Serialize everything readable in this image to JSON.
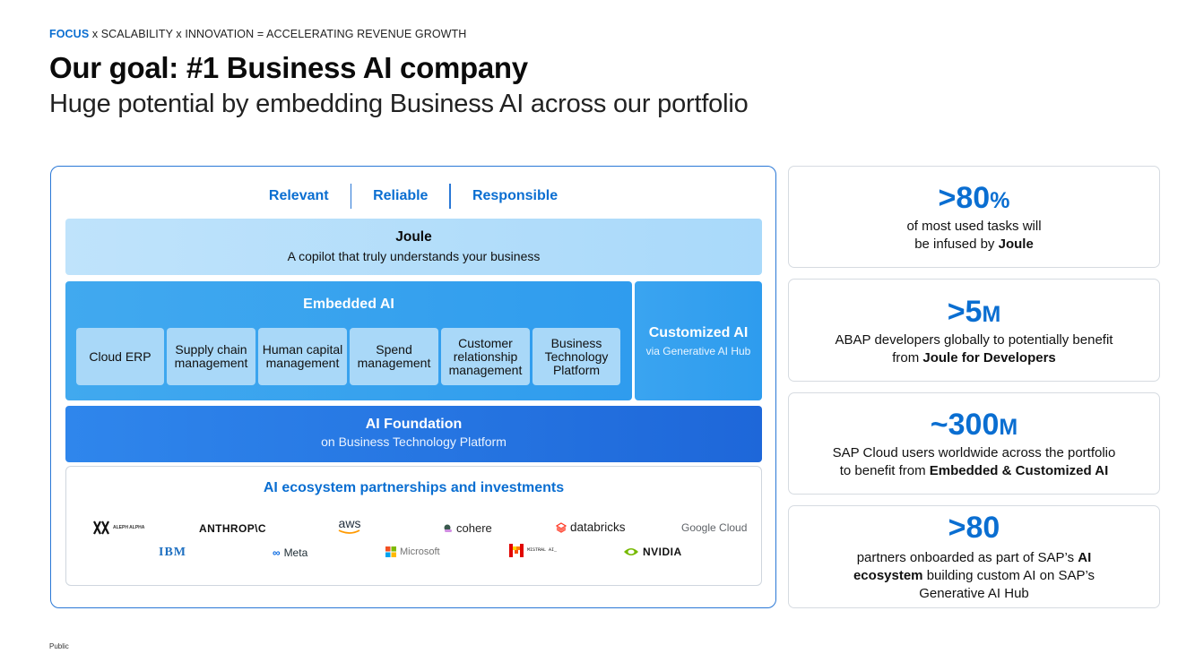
{
  "header": {
    "tag_focus": "FOCUS",
    "tag_rest": " x SCALABILITY x INNOVATION = ACCELERATING REVENUE GROWTH",
    "title": "Our goal: #1 Business AI company",
    "subtitle": "Huge potential by embedding Business AI across our portfolio"
  },
  "pillars": [
    "Relevant",
    "Reliable",
    "Responsible"
  ],
  "joule": {
    "title": "Joule",
    "subtitle": "A copilot that truly understands your business"
  },
  "embedded": {
    "title": "Embedded AI",
    "cards": [
      "Cloud ERP",
      "Supply chain management",
      "Human capital management",
      "Spend management",
      "Customer relationship management",
      "Business Technology Platform"
    ]
  },
  "customized": {
    "title": "Customized AI",
    "subtitle": "via Generative AI Hub"
  },
  "foundation": {
    "title": "AI Foundation",
    "subtitle": "on Business Technology Platform"
  },
  "ecosystem": {
    "title": "AI ecosystem partnerships and investments",
    "partners": {
      "aleph_alpha": "ALEPH ALPHA",
      "anthropic": "ANTHROP\\C",
      "aws": "aws",
      "cohere": "cohere",
      "databricks": "databricks",
      "google_cloud": "Google Cloud",
      "ibm": "IBM",
      "meta": "Meta",
      "microsoft": "Microsoft",
      "mistral": "MISTRAL AI_",
      "nvidia": "NVIDIA"
    }
  },
  "stats": [
    {
      "value": ">80",
      "unit": "%",
      "line1": "of most used tasks will",
      "line2_pre": "be infused by ",
      "line2_bold": "Joule",
      "line2_post": ""
    },
    {
      "value": ">5",
      "unit": "M",
      "line1": "ABAP developers globally to potentially benefit",
      "line2_pre": "from ",
      "line2_bold": "Joule for Developers",
      "line2_post": ""
    },
    {
      "value": "~300",
      "unit": "M",
      "line1": "SAP Cloud users worldwide across the portfolio",
      "line2_pre": "to benefit from ",
      "line2_bold": "Embedded & Customized AI",
      "line2_post": ""
    },
    {
      "value": ">80",
      "unit": "",
      "line1_pre": "partners onboarded as part of SAP’s ",
      "line1_bold": "AI",
      "line2_bold": "ecosystem",
      "line2_post": " building custom AI on SAP’s",
      "line3": "Generative AI Hub"
    }
  ],
  "footer": {
    "classification": "Public"
  },
  "colors": {
    "accent": "#0a6ed1",
    "panel_border": "#2a78d6"
  }
}
